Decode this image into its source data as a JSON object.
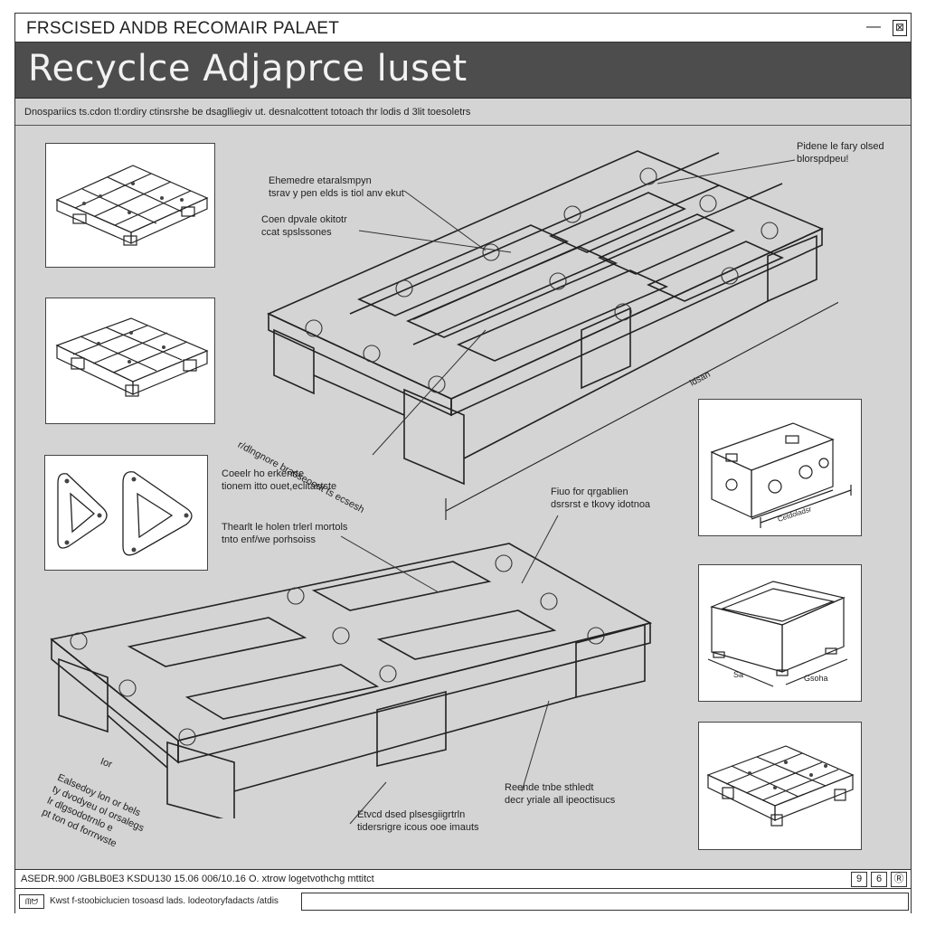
{
  "window": {
    "title": "FRSCISED ANDB RECOMAIR PALAET",
    "minimize_glyph": "—",
    "close_glyph": "⊠"
  },
  "header": {
    "title": "Recyclce Adjaprce luset",
    "description": "Dnospariics ts.cdon tl:ordiry ctinsrshe be dsaglliegiv ut. desnalcottent totoach thr lodis d 3lit toesoletrs"
  },
  "annotations": {
    "a1": [
      "Ehemedre etaralsmpyn",
      "tsrav y pen elds is tiol anv ekut"
    ],
    "a2": [
      "Coen dpvale okitotr",
      "ccat spslssones"
    ],
    "a3": [
      "Pidene le fary olsed",
      "blorspdpeu!"
    ],
    "a4": "r/dlngnore brasseoont ts ecsesh",
    "a5": [
      "Coeelr ho erkenrte",
      "tionem itto ouet,eclitastste"
    ],
    "a6": [
      "Fiuo for qrgablien",
      "dsrsrst e tkovy idotnoa"
    ],
    "a7": [
      "Thearlt le holen trlerl mortols",
      "tnto enf/we porhsoiss"
    ],
    "a8": [
      "Reende tnbe sthledt",
      "decr yriale all ipeoctisucs"
    ],
    "a9": [
      "Etvcd dsed plsesgiigrtrln",
      "tidersrigre icous ooe imauts"
    ],
    "a10": [
      "Ealsedoy lon or bels",
      "ty dvodyeu ol orsalegs",
      "lr dlgsodotrnlo e",
      "pt ton od forrrwste"
    ],
    "dim_main": "ldsan",
    "dim_small": "Ior",
    "dim_block": "Cetdoladsr",
    "dim_box_a": "Sa",
    "dim_box_b": "Gsoha"
  },
  "footer": {
    "status": "ASEDR.900 /GBLB0E3 KSDU130 15.06 006/10.16 O. xtrow logetvothchg mttitct",
    "buttons": [
      "9",
      "6",
      "Ⓡ"
    ],
    "icon_text": "ᗰᗢ",
    "caption": "Kwst f-stoobiclucien tosoasd lads. lodeotoryfadacts /atdis"
  },
  "colors": {
    "frame_bg": "#d4d4d4",
    "header_bg": "#4d4d4d",
    "line": "#222222"
  }
}
